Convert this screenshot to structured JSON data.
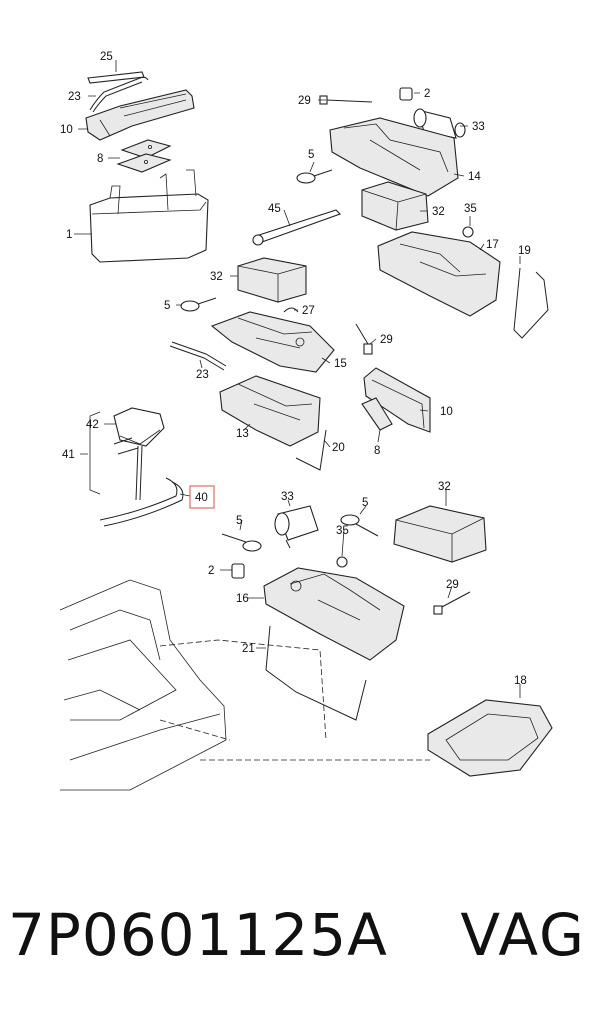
{
  "diagram": {
    "labels": {
      "l25": "25",
      "l23a": "23",
      "l10a": "10",
      "l8a": "8",
      "l1": "1",
      "l29a": "29",
      "l2a": "2",
      "l33a": "33",
      "l5a": "5",
      "l14": "14",
      "l45": "45",
      "l32a": "32",
      "l35": "35",
      "l17": "17",
      "l19": "19",
      "l32b": "32",
      "l5b": "5",
      "l27": "27",
      "l29b": "29",
      "l15": "15",
      "l23b": "23",
      "l10b": "10",
      "l13": "13",
      "l8b": "8",
      "l20": "20",
      "l42": "42",
      "l41": "41",
      "l40": "40",
      "l33b": "33",
      "l5c": "5",
      "l32c": "32",
      "l5d": "5",
      "l35b": "35",
      "l2b": "2",
      "l16": "16",
      "l29c": "29",
      "l21": "21",
      "l18": "18"
    },
    "highlighted_part": "40",
    "highlight_color": "#e06a6a"
  },
  "footer": {
    "part_number": "7P0601125A",
    "brand": "VAG"
  }
}
